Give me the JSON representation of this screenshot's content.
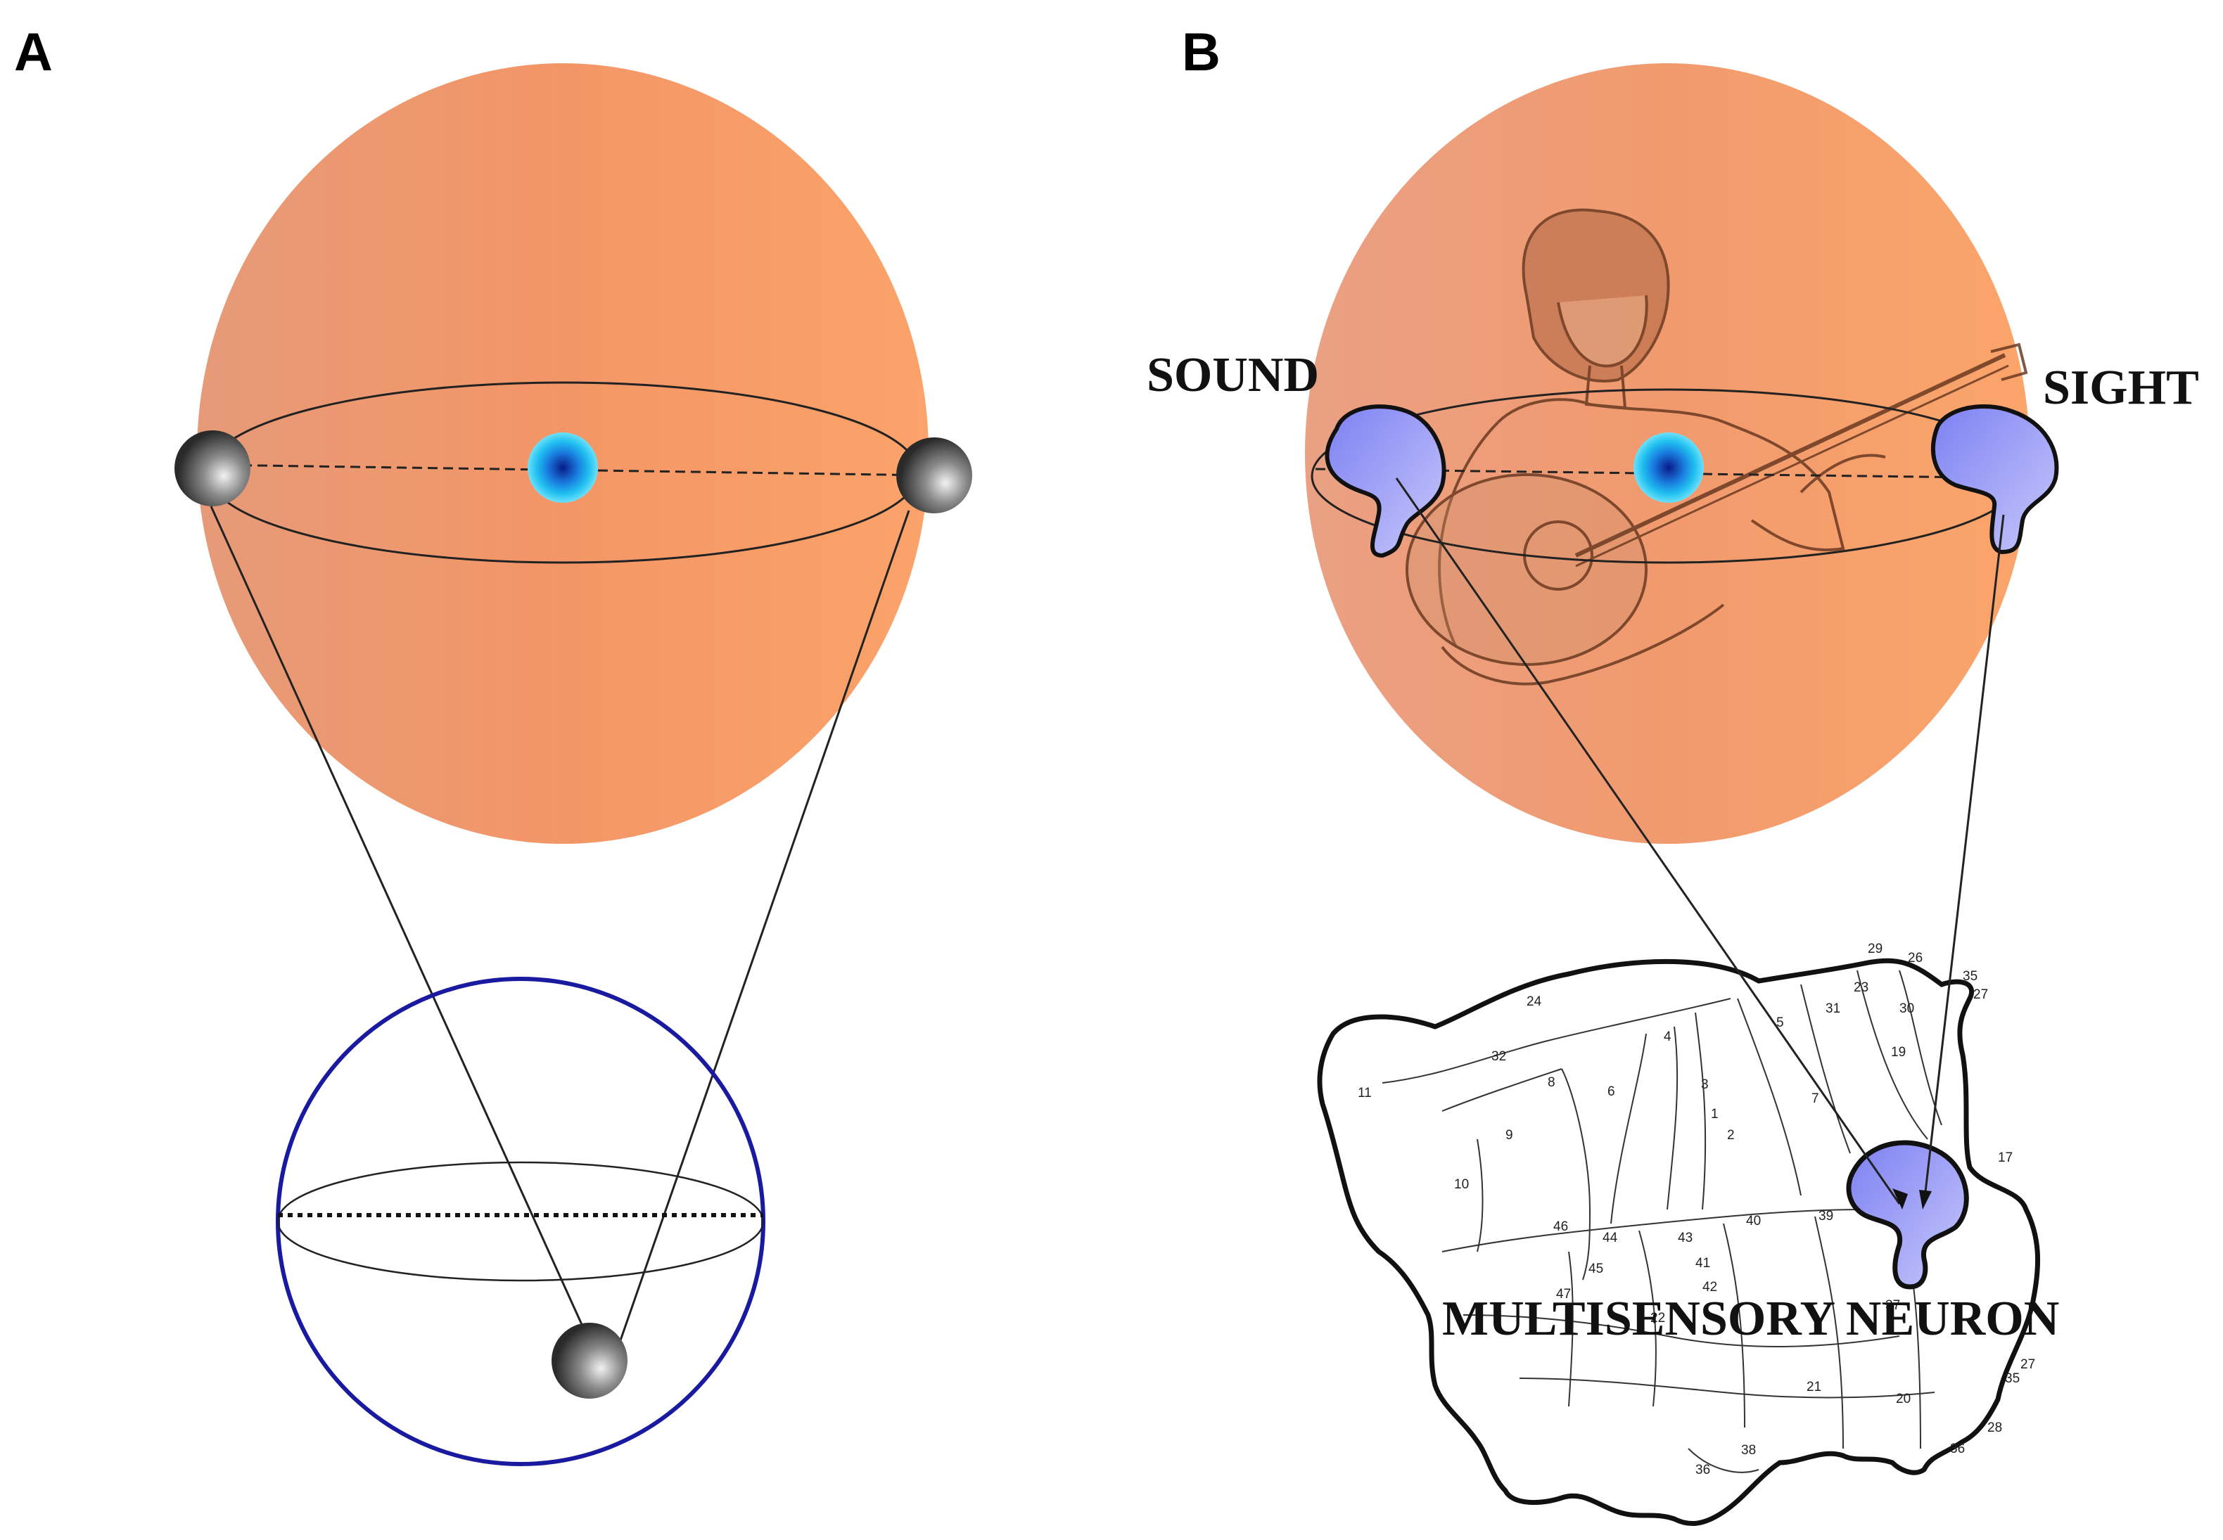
{
  "panels": {
    "a": {
      "label": "A"
    },
    "b": {
      "label": "B"
    }
  },
  "labels": {
    "sound": "SOUND",
    "sight": "SIGHT",
    "neuron": "MULTISENSORY NEURON"
  },
  "brodmann_areas": [
    {
      "n": "24"
    },
    {
      "n": "32"
    },
    {
      "n": "11"
    },
    {
      "n": "8"
    },
    {
      "n": "6"
    },
    {
      "n": "4"
    },
    {
      "n": "3"
    },
    {
      "n": "1"
    },
    {
      "n": "2"
    },
    {
      "n": "5"
    },
    {
      "n": "7"
    },
    {
      "n": "31"
    },
    {
      "n": "23"
    },
    {
      "n": "29"
    },
    {
      "n": "26"
    },
    {
      "n": "30"
    },
    {
      "n": "35"
    },
    {
      "n": "27"
    },
    {
      "n": "19"
    },
    {
      "n": "17"
    },
    {
      "n": "9"
    },
    {
      "n": "10"
    },
    {
      "n": "46"
    },
    {
      "n": "44"
    },
    {
      "n": "45"
    },
    {
      "n": "43"
    },
    {
      "n": "41"
    },
    {
      "n": "42"
    },
    {
      "n": "40"
    },
    {
      "n": "39"
    },
    {
      "n": "47"
    },
    {
      "n": "37"
    },
    {
      "n": "21"
    },
    {
      "n": "20"
    },
    {
      "n": "38"
    },
    {
      "n": "36"
    },
    {
      "n": "28"
    },
    {
      "n": "27"
    },
    {
      "n": "35"
    },
    {
      "n": "36"
    },
    {
      "n": "22"
    }
  ],
  "colors": {
    "orange_sphere": "#f4a070",
    "blue_center": "#1ab0e8",
    "receptive_field": "#8a8cf5",
    "small_sphere_outline": "#1a1aa0"
  }
}
